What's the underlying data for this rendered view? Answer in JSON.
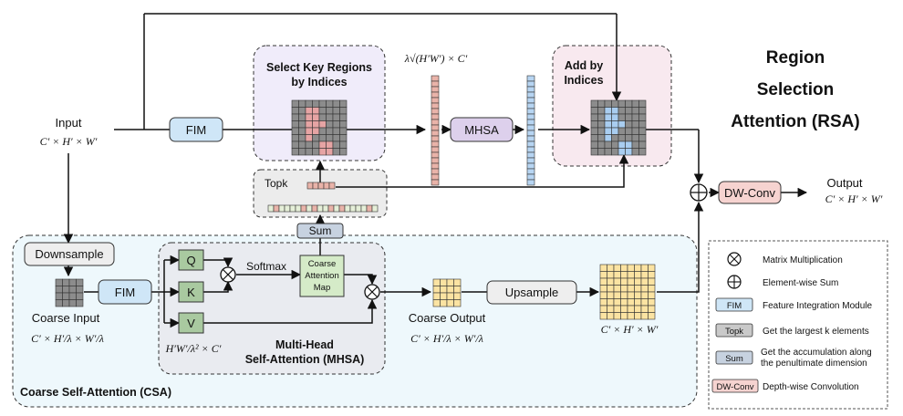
{
  "title": {
    "line1": "Region",
    "line2": "Selection",
    "line3": "Attention (RSA)"
  },
  "input": {
    "label": "Input",
    "shape": "C′ × H′ × W′"
  },
  "output": {
    "label": "Output",
    "shape": "C′ × H′ × W′"
  },
  "fim_label": "FIM",
  "select_regions": {
    "line1": "Select Key Regions",
    "line2": "by Indices"
  },
  "token_shape": "λ√(H′W′) × C′",
  "mhsa_label": "MHSA",
  "add_indices": {
    "line1": "Add by",
    "line2": "Indices"
  },
  "topk_label": "Topk",
  "sum_label": "Sum",
  "dwconv_label": "DW-Conv",
  "downsample_label": "Downsample",
  "coarse_input": {
    "label": "Coarse Input",
    "shape": "C′ × H′/λ × W′/λ"
  },
  "qkv": {
    "q": "Q",
    "k": "K",
    "v": "V"
  },
  "softmax_label": "Softmax",
  "attn_map": {
    "line1": "Coarse",
    "line2": "Attention",
    "line3": "Map"
  },
  "attn_shape": "H′W′/λ² × C′",
  "mhsa_block": {
    "line1": "Multi-Head",
    "line2": "Self-Attention (MHSA)"
  },
  "coarse_output": {
    "label": "Coarse Output",
    "shape": "C′ × H′/λ × W′/λ"
  },
  "upsample_label": "Upsample",
  "upsampled_shape": "C′ × H′ × W′",
  "csa_label": "Coarse Self-Attention (CSA)",
  "legend": {
    "items": [
      {
        "key": "⊗",
        "text": "Matrix Multiplication"
      },
      {
        "key": "⊕",
        "text": "Element-wise Sum"
      },
      {
        "key": "FIM",
        "text": "Feature Integration Module"
      },
      {
        "key": "Topk",
        "text": "Get the largest k elements"
      },
      {
        "key": "Sum",
        "text": "Get the accumulation along the penultimate dimension"
      },
      {
        "key": "DW-Conv",
        "text": "Depth-wise Convolution"
      }
    ]
  },
  "colors": {
    "fim": "#cfe6f7",
    "mhsa": "#ddd0ec",
    "topk": "#c9c9c9",
    "sum": "#c7d2e0",
    "dwconv": "#f6d3d0",
    "attn_map": "#d5ebc8",
    "csa_bg": "#eef8fc",
    "select_bg": "#f0ecfa",
    "add_bg": "#f8e9ef",
    "grid_dark": "#8c8c8c",
    "grid_red": "#e6a4a4",
    "grid_blue": "#a9cdf0",
    "grid_yellow": "#fbe3a2",
    "token_red": "#e9b3a9",
    "token_blue": "#b7d5f2"
  }
}
